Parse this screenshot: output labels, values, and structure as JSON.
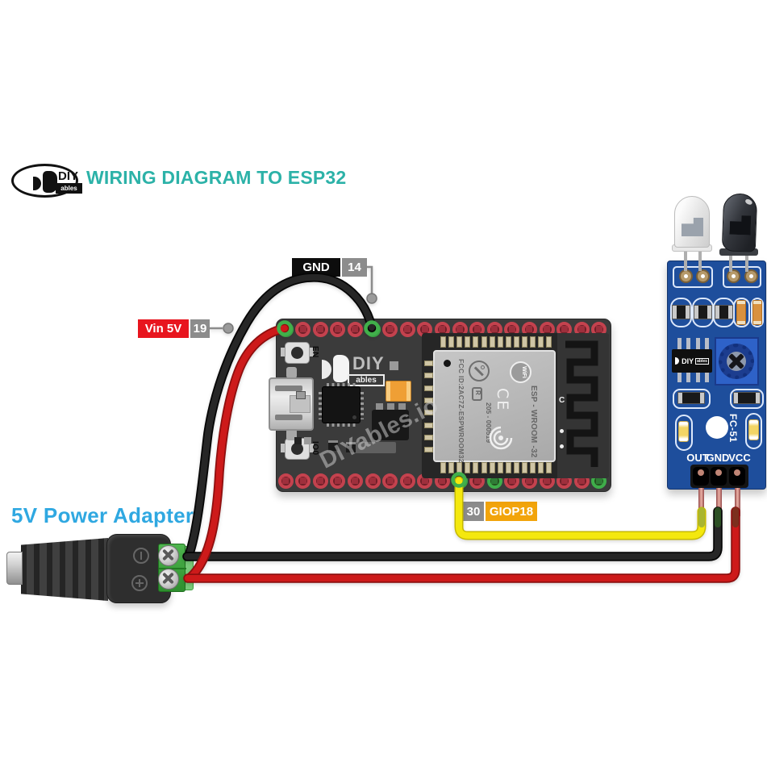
{
  "header": {
    "logo": {
      "line1": "DIY",
      "line2": "ables"
    },
    "title": "WIRING DIAGRAM TO ESP32"
  },
  "pin_labels": {
    "gnd": {
      "text": "GND",
      "pin_number": "14"
    },
    "vin": {
      "text": "Vin 5V",
      "pin_number": "19"
    },
    "gpio": {
      "pin_number": "30",
      "text": "GIOP18"
    }
  },
  "power_adapter": {
    "caption": "5V Power Adapter",
    "polarity_symbols": [
      "−",
      "+"
    ]
  },
  "esp32_board": {
    "watermark": "DIYables.io",
    "silkscreen_logo": {
      "line1": "DIY",
      "line2": "ables"
    },
    "button_en": "EN",
    "button_io0": "IO0",
    "module": {
      "fcc_line": "FCC ID:2AC7Z-ESPWROOM32",
      "reg_mark": "R",
      "serial": "205 - 000519",
      "wifi_logo": "WiFi",
      "ce_mark": "CE",
      "module_name": "ESP - WROOM -32",
      "antenna_letter": "C"
    },
    "pins": {
      "per_row": 19,
      "green_top": [
        0,
        5
      ],
      "green_bottom": [
        10,
        12,
        18
      ]
    }
  },
  "ir_sensor": {
    "model": "FC-51",
    "pin_labels": [
      "OUT",
      "GND",
      "VCC"
    ],
    "chip_logo": {
      "line1": "DIY",
      "line2": "ables"
    }
  },
  "wires": {
    "esp32_gnd": {
      "from": "ESP32 pin 14 GND",
      "to": "adapter negative terminal"
    },
    "esp32_vin": {
      "from": "ESP32 pin 19 Vin 5V",
      "to": "adapter positive terminal"
    },
    "sensor_gnd": {
      "from": "adapter negative terminal",
      "to": "sensor GND"
    },
    "sensor_vcc": {
      "from": "adapter positive terminal",
      "to": "sensor VCC"
    },
    "sensor_out": {
      "from": "ESP32 pin 30 GIOP18",
      "to": "sensor OUT"
    }
  },
  "colors": {
    "title_teal": "#2cb2a8",
    "caption_blue": "#2fa8e1",
    "label_black_bg": "#0d0d0d",
    "label_red_bg": "#e8151e",
    "label_gray_bg": "#8c8c8c",
    "label_orange_bg": "#f2a40b",
    "sensor_pcb_blue": "#1e4e9c",
    "wire_black": "#262626",
    "wire_black_dark": "#050505",
    "wire_red": "#cd1a1a",
    "wire_red_dark": "#8e0e0e",
    "wire_yellow": "#f4e80e",
    "wire_yellow_dark": "#c6b900",
    "tip_yellow_green": "#a9b530",
    "tip_dark_green": "#2c4f24",
    "tip_dark_red": "#7c2f1d",
    "pin_green": "#41b04b",
    "pointer_gray": "#9a9a9a"
  }
}
